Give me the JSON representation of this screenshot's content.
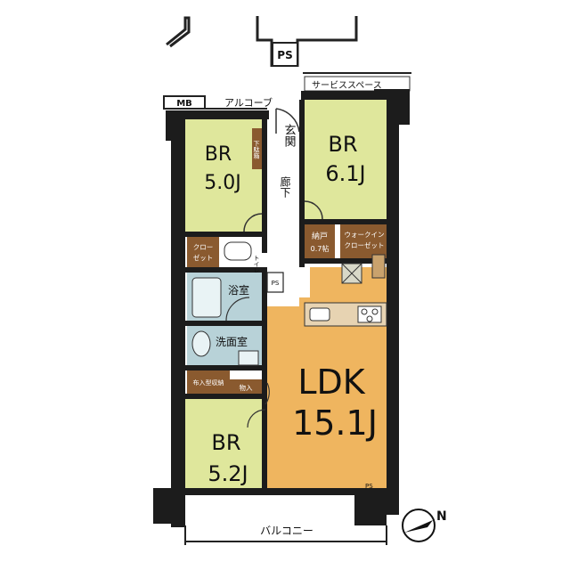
{
  "rooms": {
    "br_nw": {
      "label": "BR",
      "size": "5.0J"
    },
    "br_ne": {
      "label": "BR",
      "size": "6.1J"
    },
    "br_sw": {
      "label": "BR",
      "size": "5.2J"
    },
    "ldk": {
      "label": "LDK",
      "size": "15.1J"
    }
  },
  "labels": {
    "ps_top": "PS",
    "ps_mid": "PS",
    "ps_bottom": "PS",
    "service_space": "サービススペース",
    "mb": "MB",
    "alcove": "アルコーブ",
    "genkan": "玄関",
    "rouka": "廊下",
    "gebako": "下駄箱",
    "nando_title": "納戸",
    "nando_size": "0.7帖",
    "walkin_line1": "ウォークイン",
    "walkin_line2": "クローゼット",
    "closet_line1": "クロー",
    "closet_line2": "ゼット",
    "toilet": "トイレ",
    "bath": "浴室",
    "washroom": "洗面室",
    "storage": "布入型収納",
    "mono": "物入",
    "balcony": "バルコニー"
  },
  "colors": {
    "bedroom": "#dfe79c",
    "ldk": "#efb55f",
    "wood": "#8a5a2f",
    "wet_area": "#b8d2d8",
    "wall": "#1c1c1c"
  }
}
